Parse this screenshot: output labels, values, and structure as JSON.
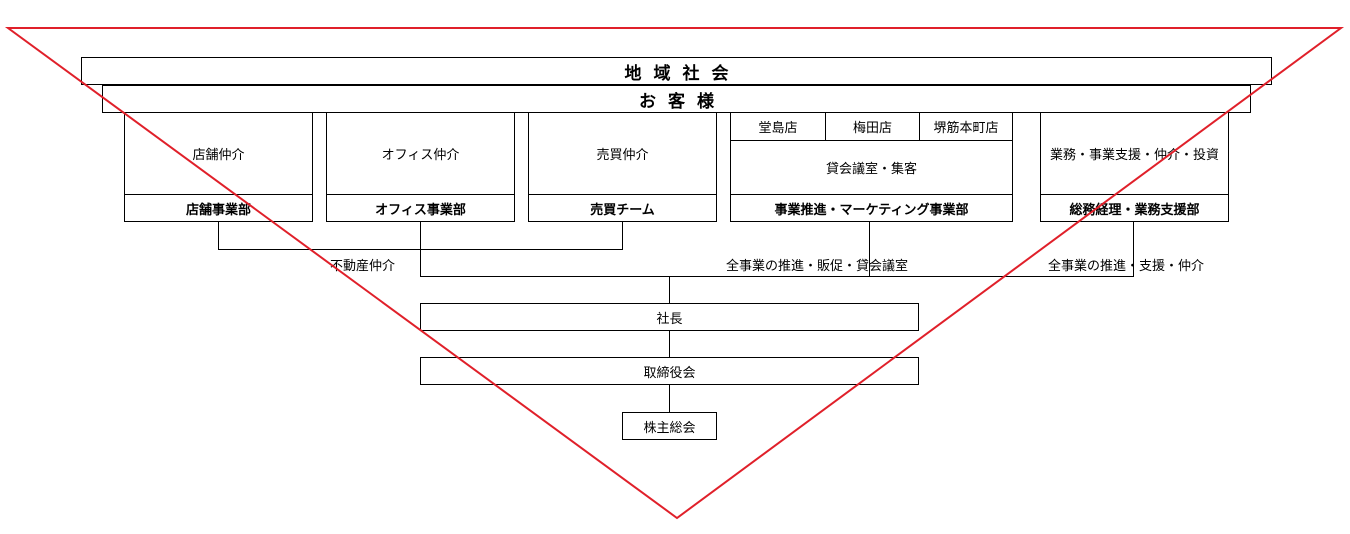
{
  "headers": {
    "community": "地域社会",
    "customers": "お客様"
  },
  "departments": {
    "store_top": "店舗仲介",
    "store_name": "店舗事業部",
    "office_top": "オフィス仲介",
    "office_name": "オフィス事業部",
    "sales_top": "売買仲介",
    "sales_name": "売買チーム",
    "marketing_branches": [
      "堂島店",
      "梅田店",
      "堺筋本町店"
    ],
    "marketing_top": "貸会議室・集客",
    "marketing_name": "事業推進・マーケティング事業部",
    "admin_top": "業務・事業支援・仲介・投資",
    "admin_name": "総務経理・業務支援部"
  },
  "connectors": {
    "real_estate": "不動産仲介",
    "all_promotion": "全事業の推進・販促・貸会議室",
    "all_support": "全事業の推進・支援・仲介"
  },
  "executives": {
    "president": "社長",
    "board": "取締役会",
    "shareholders": "株主総会"
  },
  "colors": {
    "triangle": "#e0202a",
    "lines": "#000000"
  }
}
